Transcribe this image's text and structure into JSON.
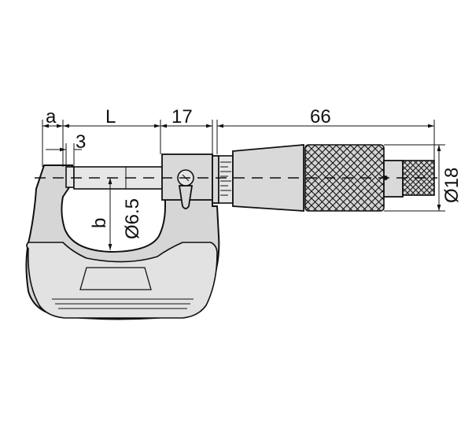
{
  "diagram": {
    "dimension_labels": {
      "a": "a",
      "L": "L",
      "seventeen": "17",
      "sixty_six": "66",
      "three": "3",
      "b": "b",
      "spindle_dia": "Ø6.5",
      "thimble_dia": "Ø18"
    },
    "colors": {
      "body": "#d6d6d6",
      "outline": "#111111",
      "background": "#ffffff"
    }
  }
}
